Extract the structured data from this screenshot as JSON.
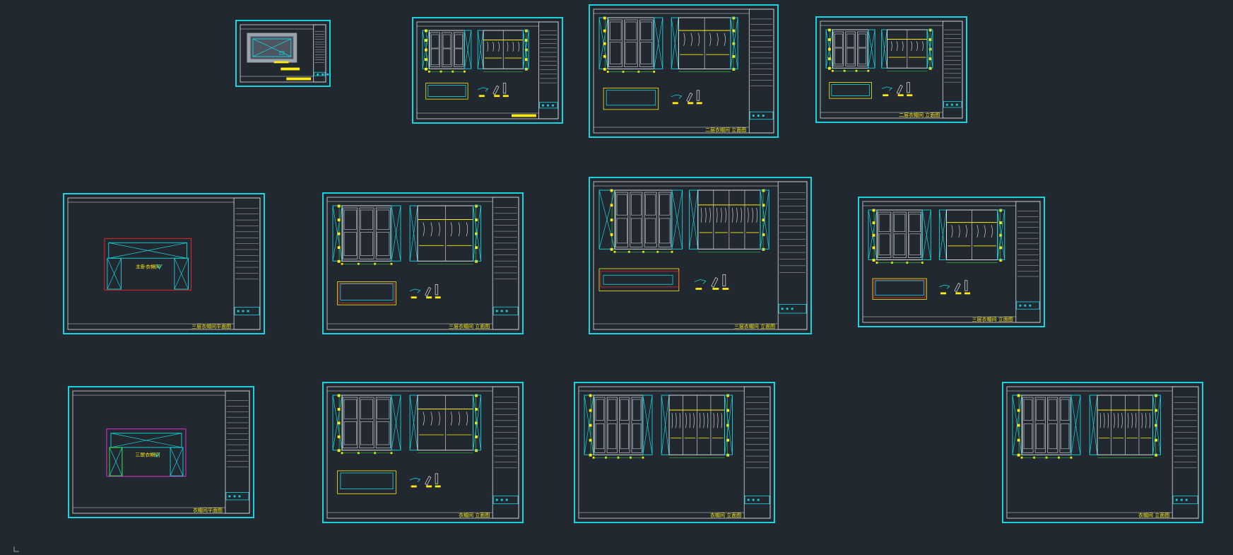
{
  "app": {
    "name": "CAD model space view"
  },
  "colors": {
    "background": "#212830",
    "sheet_border": "#19d3df",
    "inner_frame": "#d8dde2",
    "annotation": "#ffeb12",
    "dimension_green": "#3bd13b",
    "plan_red": "#e02424",
    "plan_magenta": "#e030c8",
    "furniture_white": "#e8ecef"
  },
  "sheets": [
    {
      "id": "r1-plan-small",
      "type": "plan-small",
      "title": ""
    },
    {
      "id": "r1-elev-a",
      "type": "elevation-a",
      "title": ""
    },
    {
      "id": "r1-elev-b",
      "type": "elevation-a",
      "title": "二层衣帽间 立面图"
    },
    {
      "id": "r1-elev-c",
      "type": "elevation-a",
      "title": "二层衣帽间 立面图"
    },
    {
      "id": "r2-plan",
      "type": "plan-red",
      "title": "三层衣帽间平面图",
      "label": "主卧衣帽间"
    },
    {
      "id": "r2-elev-a",
      "type": "elevation-b",
      "title": "三层衣帽间 立面图"
    },
    {
      "id": "r2-elev-b",
      "type": "elevation-wide",
      "title": "三层衣帽间 立面图"
    },
    {
      "id": "r2-elev-c",
      "type": "elevation-b",
      "title": "三层衣帽间 立面图"
    },
    {
      "id": "r3-plan",
      "type": "plan-magenta",
      "title": "衣帽间平面图",
      "label": "三层衣帽间"
    },
    {
      "id": "r3-elev-a",
      "type": "elevation-c",
      "title": "衣帽间 立面图"
    },
    {
      "id": "r3-elev-b",
      "type": "elevation-d",
      "title": "衣帽间 立面图"
    },
    {
      "id": "r3-elev-c",
      "type": "elevation-d",
      "title": "衣帽间 立面图"
    }
  ]
}
